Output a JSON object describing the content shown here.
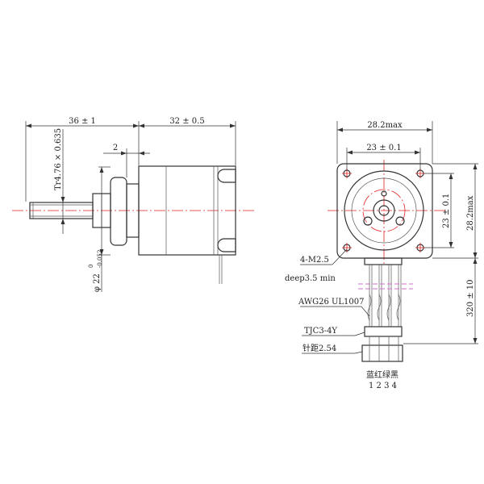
{
  "side_view": {
    "dim_shaft_length": "36 ± 1",
    "dim_body_length": "32 ± 0.5",
    "dim_boss": "2",
    "thread_spec": "Tr4.76 × 0.635",
    "boss_diameter": "φ 22",
    "boss_tol_upper": "0",
    "boss_tol_lower": "-0.052"
  },
  "front_view": {
    "dim_width_top": "28.2max",
    "dim_hole_spacing_h": "23 ± 0.1",
    "dim_hole_spacing_v": "23 ± 0.1",
    "dim_height": "28.2max",
    "dim_lead_length": "320 ± 10",
    "mount_holes": "4-M2.5",
    "hole_depth": "deep3.5 min",
    "wire_spec": "AWG26 UL1007",
    "connector": "TJC3-4Y",
    "pitch": "针距2.54",
    "wire_colors": "蓝红绿黑",
    "pin_numbers": "1 2 3 4"
  },
  "colors": {
    "line": "#333333",
    "centerline": "#e02020",
    "wire_marker": "#d070d0"
  }
}
